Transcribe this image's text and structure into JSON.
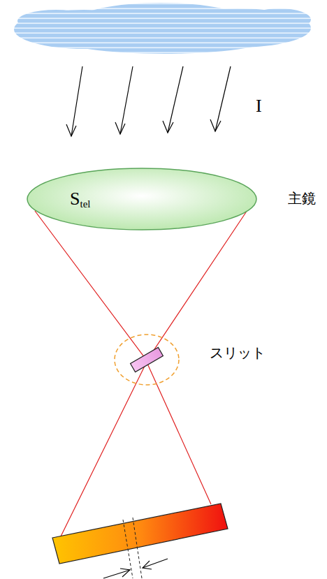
{
  "diagram": {
    "nodes": [
      {
        "text": [
          "S",
          "tel"
        ]
      }
    ],
    "labels": [
      "I",
      "主鏡",
      "スリット"
    ]
  }
}
